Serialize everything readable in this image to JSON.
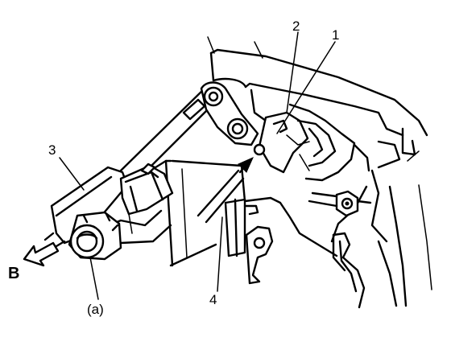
{
  "callouts": {
    "c1": "1",
    "c2": "2",
    "c3": "3",
    "c4": "4",
    "ca": "(a)",
    "cb": "B"
  }
}
